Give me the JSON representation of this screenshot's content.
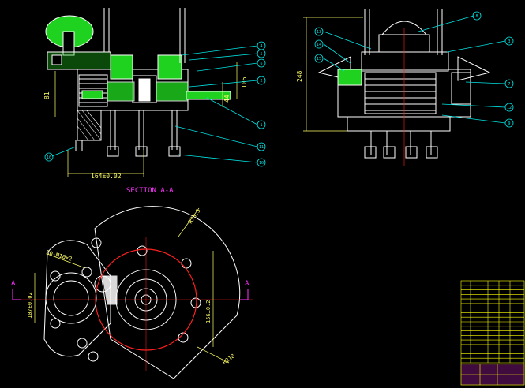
{
  "colors": {
    "background": "#000000",
    "outline": "#ffffff",
    "hatch": "#1fd21f",
    "dimension": "#ffff66",
    "leader": "#00e5e5",
    "section_title": "#ff33ff",
    "bolt_circle": "#ff2020",
    "title_block": "#ffff00"
  },
  "section_title": "SECTION A-A",
  "dimensions": {
    "width_bottom": "164±0.02",
    "height_left_front": "81",
    "height_right_front": "106",
    "height_inner_front": "44",
    "height_side": "248",
    "circle_hole_pattern": "30-M10×2",
    "bore_vertical": "107±0.02",
    "bore_vertical_right": "156±0.2",
    "radius_top": "R73.5",
    "radius_bottom": "R218"
  },
  "section_marks": {
    "left": "A",
    "right": "A"
  },
  "balloons": {
    "front": [
      "4",
      "5",
      "6",
      "2",
      "1",
      "11",
      "10",
      "16"
    ],
    "side": [
      "13",
      "14",
      "15",
      "8",
      "3",
      "7",
      "12",
      "9"
    ]
  },
  "title_block": {
    "rows": 18
  }
}
